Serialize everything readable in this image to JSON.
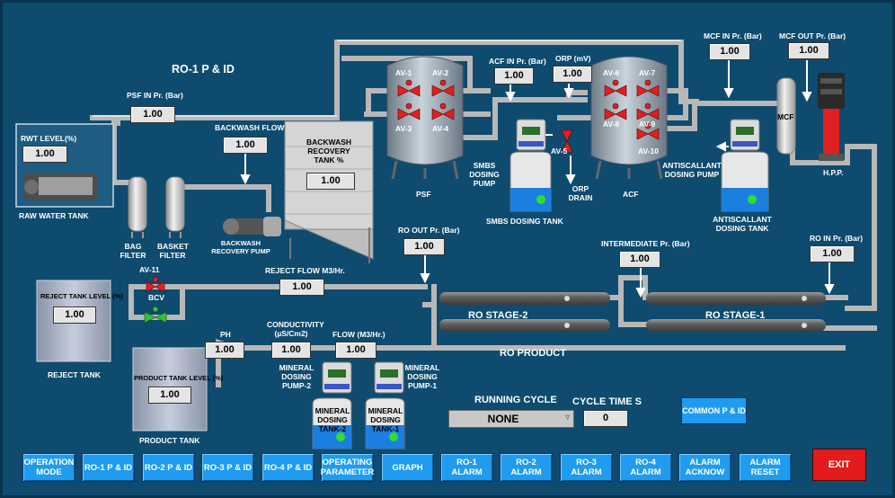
{
  "title": "RO-1 P & ID",
  "tanks": {
    "raw_water": {
      "level_label": "RWT LEVEL(%)",
      "level_value": "1.00",
      "name": "RAW WATER TANK"
    },
    "reject": {
      "level_label": "REJECT TANK LEVEL (%)",
      "level_value": "1.00",
      "name": "REJECT TANK"
    },
    "product": {
      "level_label": "PRODUCT TANK LEVEL (%)",
      "level_value": "1.00",
      "name": "PRODUCT TANK"
    },
    "backwash_recovery": {
      "name": "BACKWASH RECOVERY TANK %",
      "value": "1.00"
    },
    "smbs_dosing": {
      "name": "SMBS DOSING TANK"
    },
    "antiscalant_dosing": {
      "name": "ANTISCALLANT DOSING TANK"
    },
    "mineral_dosing_2": {
      "name": "MINERAL DOSING TANK-2"
    },
    "mineral_dosing_1": {
      "name": "MINERAL DOSING TANK-1"
    }
  },
  "instruments": {
    "psf_in": {
      "label": "PSF IN Pr. (Bar)",
      "value": "1.00"
    },
    "backwash_flow": {
      "label": "BACKWASH FLOW",
      "value": "1.00"
    },
    "acf_in": {
      "label": "ACF IN Pr. (Bar)",
      "value": "1.00"
    },
    "orp": {
      "label": "ORP (mV)",
      "value": "1.00"
    },
    "mcf_in": {
      "label": "MCF IN Pr. (Bar)",
      "value": "1.00"
    },
    "mcf_out": {
      "label": "MCF OUT Pr. (Bar)",
      "value": "1.00"
    },
    "ro_out": {
      "label": "RO OUT Pr. (Bar)",
      "value": "1.00"
    },
    "intermediate": {
      "label": "INTERMEDIATE Pr. (Bar)",
      "value": "1.00"
    },
    "ro_in": {
      "label": "RO IN Pr. (Bar)",
      "value": "1.00"
    },
    "reject_flow": {
      "label": "REJECT FLOW  M3/Hr.",
      "value": "1.00"
    },
    "ph": {
      "label": "PH",
      "value": "1.00"
    },
    "conductivity": {
      "label": "CONDUCTIVITY (µS/Cm2)",
      "value": "1.00"
    },
    "flow": {
      "label": "FLOW (M3/Hr.)",
      "value": "1.00"
    }
  },
  "equipment": {
    "bag_filter": "BAG FILTER",
    "basket_filter": "BASKET FILTER",
    "backwash_pump": "BACKWASH RECOVERY PUMP",
    "psf": "PSF",
    "acf": "ACF",
    "smbs_pump": "SMBS DOSING PUMP",
    "orp_drain": "ORP DRAIN",
    "antiscalant_pump": "ANTISCALLANT DOSING PUMP",
    "mcf": "MCF",
    "hpp": "H.P.P.",
    "ro_stage_1": "RO STAGE-1",
    "ro_stage_2": "RO STAGE-2",
    "ro_product": "RO PRODUCT",
    "mineral_pump_2": "MINERAL DOSING PUMP-2",
    "mineral_pump_1": "MINERAL DOSING PUMP-1",
    "bcv": "BCV"
  },
  "valves": {
    "av1": "AV-1",
    "av2": "AV-2",
    "av3": "AV-3",
    "av4": "AV-4",
    "av5": "AV-5",
    "av6": "AV-6",
    "av7": "AV-7",
    "av8": "AV-8",
    "av9": "AV-9",
    "av10": "AV-10",
    "av11": "AV-11"
  },
  "running_cycle": {
    "label": "RUNNING CYCLE",
    "selected": "NONE"
  },
  "cycle_time": {
    "label": "CYCLE TIME S",
    "value": "0"
  },
  "common_pid_label": "COMMON P & ID",
  "exit_label": "EXIT",
  "nav_buttons": [
    "OPERATION MODE",
    "RO-1 P & ID",
    "RO-2 P & ID",
    "RO-3 P & ID",
    "RO-4 P & ID",
    "OPERATING PARAMETER",
    "GRAPH",
    "RO-1 ALARM",
    "RO-2 ALARM",
    "RO-3 ALARM",
    "RO-4 ALARM",
    "ALARM ACKNOW",
    "ALARM RESET"
  ],
  "colors": {
    "background": "#0e4b6f",
    "button": "#1f9cf0",
    "exit": "#e31b1b",
    "valve_open": "#33c133",
    "valve_closed": "#e02020",
    "tank_water": "#1b7fe0"
  }
}
